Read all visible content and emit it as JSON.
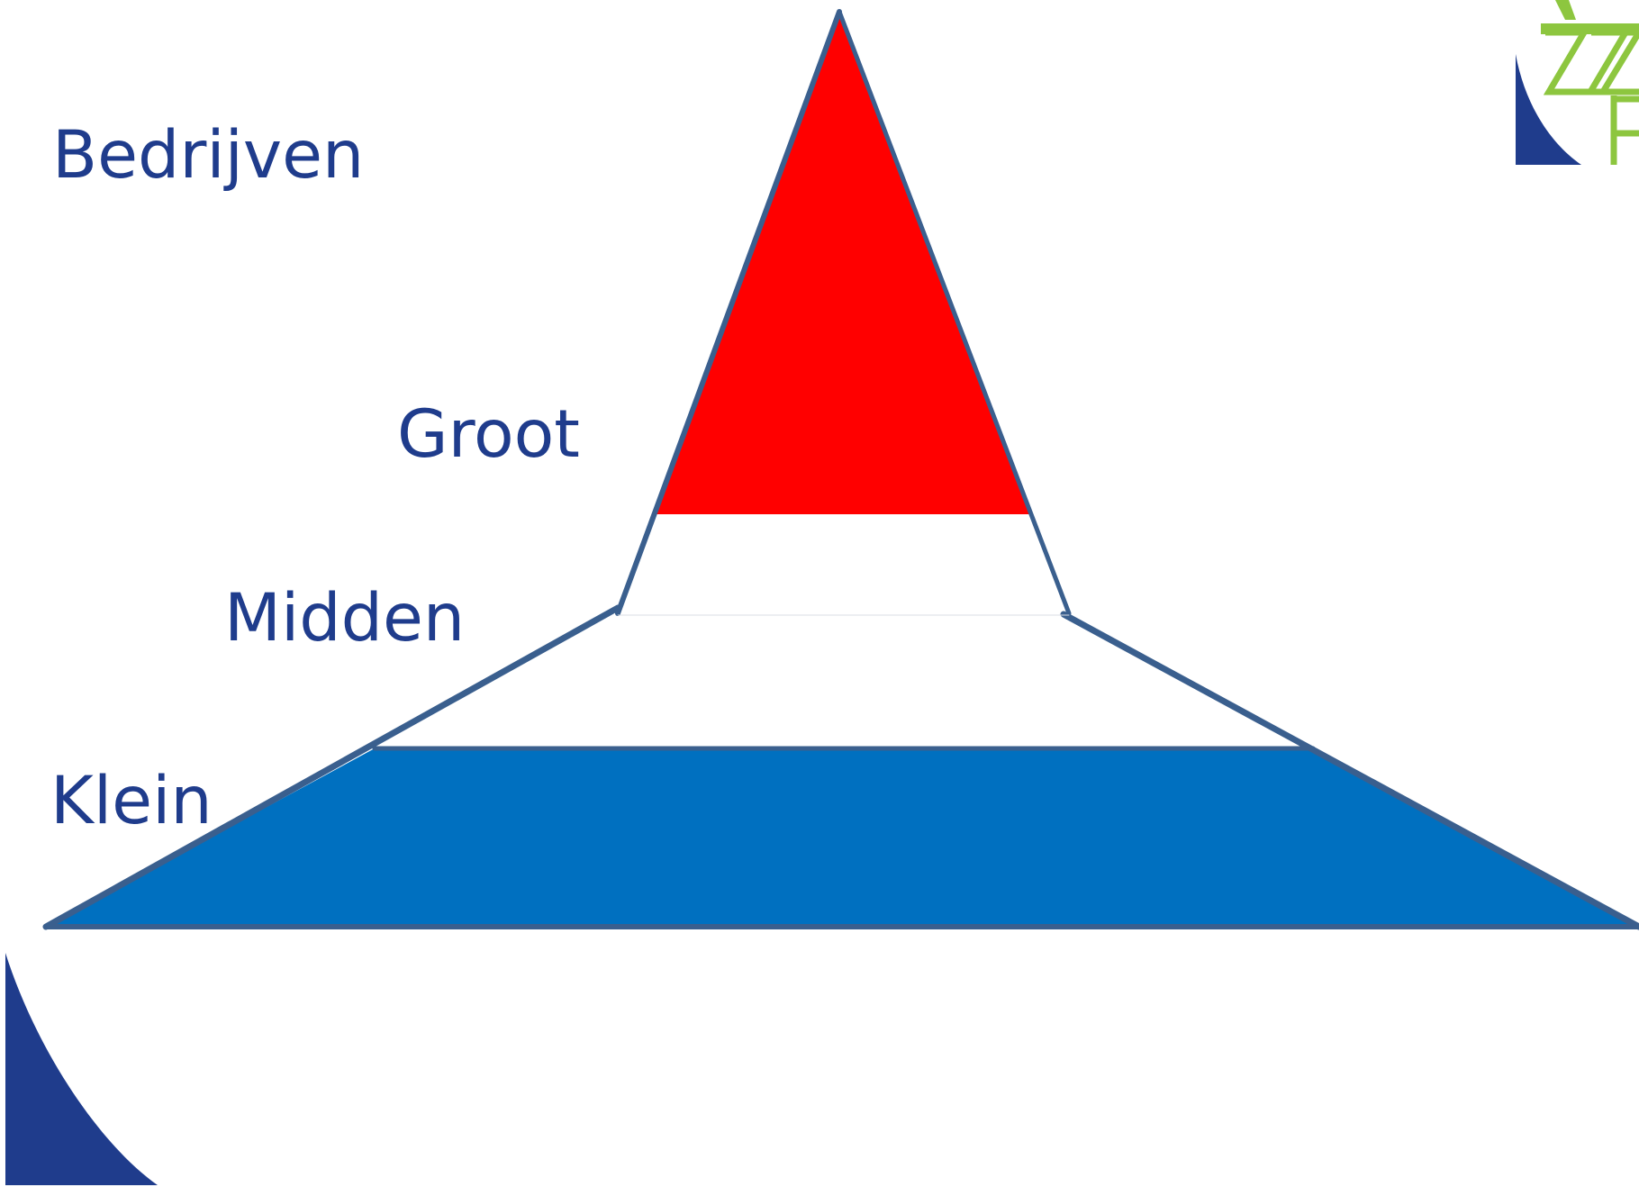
{
  "page": {
    "title": "Bedrijven"
  },
  "tiers": [
    {
      "label": "Groot",
      "color": "#ff0000"
    },
    {
      "label": "Midden",
      "color": "#ffffff"
    },
    {
      "label": "Klein",
      "color": "#0070c0"
    }
  ],
  "colors": {
    "text": "#1f3c8c",
    "outline": "#3a5f8e",
    "logo_blue": "#1f3c8c",
    "logo_green": "#8dc63f"
  },
  "icons": {
    "logo": "zzp-logo",
    "corner": "corner-sail-shape"
  }
}
